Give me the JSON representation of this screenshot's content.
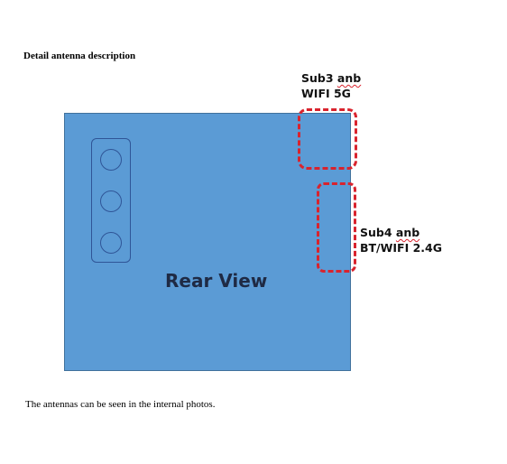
{
  "heading": "Detail antenna description",
  "footer": "The antennas can be seen in the internal photos.",
  "device": {
    "view_label": "Rear View",
    "color": "#5b9bd5",
    "camera_lens_count": 3
  },
  "antennas": [
    {
      "name_prefix": "Sub3 ",
      "name_suffix": "anb",
      "band": "WIFI 5G"
    },
    {
      "name_prefix": "Sub4 ",
      "name_suffix": "anb",
      "band": "BT/WIFI 2.4G"
    }
  ],
  "highlight_color": "#d9232d"
}
